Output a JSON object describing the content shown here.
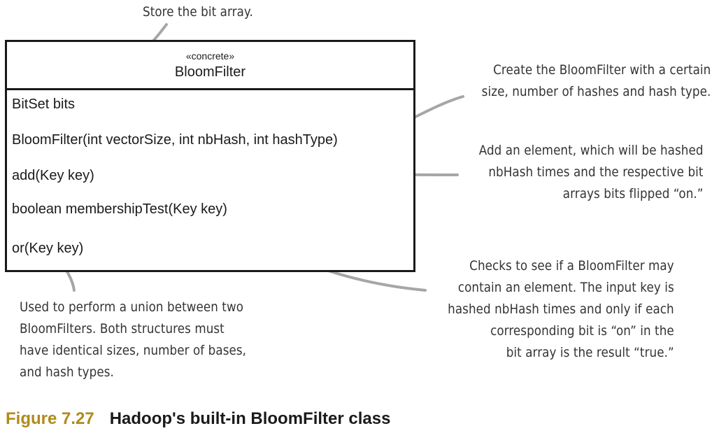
{
  "uml": {
    "stereotype": "«concrete»",
    "class_name": "BloomFilter",
    "members": [
      "BitSet bits",
      "BloomFilter(int vectorSize, int nbHash, int hashType)",
      "add(Key key)",
      "boolean membershipTest(Key key)",
      "or(Key key)"
    ]
  },
  "annotations": {
    "store": [
      "Store the bit array."
    ],
    "create": [
      "Create the BloomFilter with a certain",
      "size, number of hashes and hash type."
    ],
    "add": [
      "Add an element, which will be hashed",
      "nbHash times and the respective bit",
      "arrays bits flipped “on.”"
    ],
    "check": [
      "Checks to see if a BloomFilter may",
      "contain an element. The input key is",
      "hashed nbHash times and only if each",
      "corresponding bit is “on” in the",
      "bit array is the result “true.”"
    ],
    "union": [
      "Used to perform a union between two",
      "BloomFilters. Both structures must",
      "have identical sizes, number of bases,",
      "and hash types."
    ]
  },
  "caption": {
    "label": "Figure 7.27",
    "title": "Hadoop's built-in BloomFilter class"
  },
  "colors": {
    "caption_label": "#b08a1a",
    "arrow": "#a6a6a6",
    "box_border": "#1a1a1a"
  }
}
